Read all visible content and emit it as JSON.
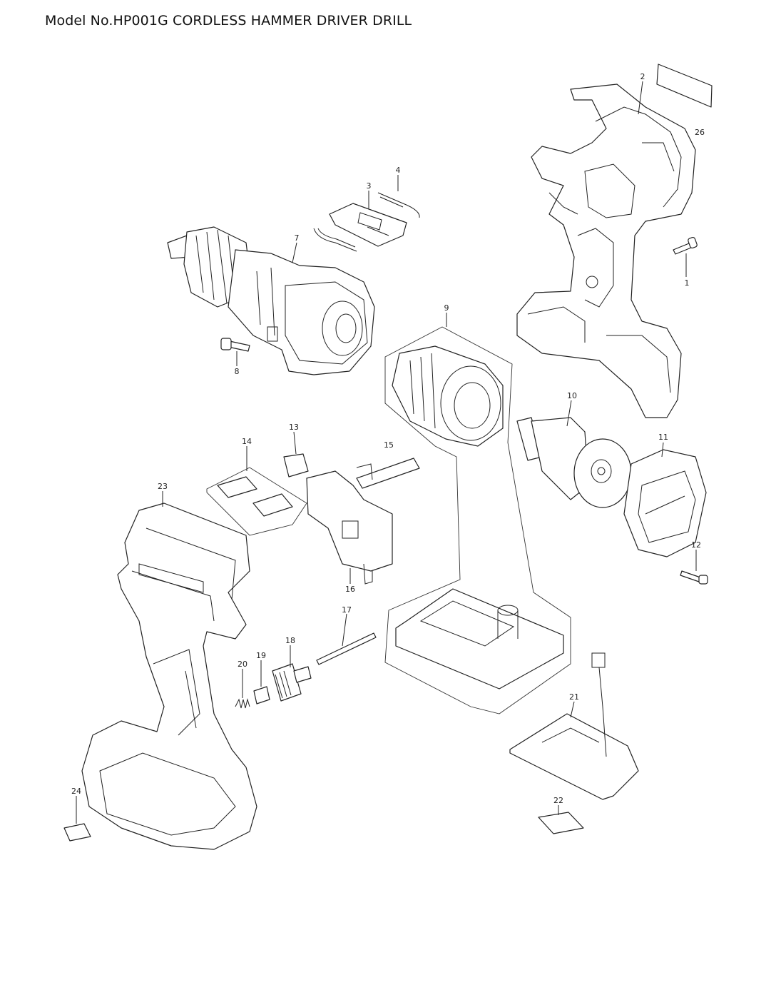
{
  "title": "Model No.HP001G CORDLESS HAMMER DRIVER DRILL",
  "labels": {
    "p1": "1",
    "p2": "2",
    "p3": "3",
    "p4": "4",
    "p7": "7",
    "p8": "8",
    "p9": "9",
    "p10": "10",
    "p11": "11",
    "p12": "12",
    "p13": "13",
    "p14": "14",
    "p15": "15",
    "p16": "16",
    "p17": "17",
    "p18": "18",
    "p19": "19",
    "p20": "20",
    "p21": "21",
    "p22": "22",
    "p23": "23",
    "p24": "24",
    "p26": "26"
  }
}
